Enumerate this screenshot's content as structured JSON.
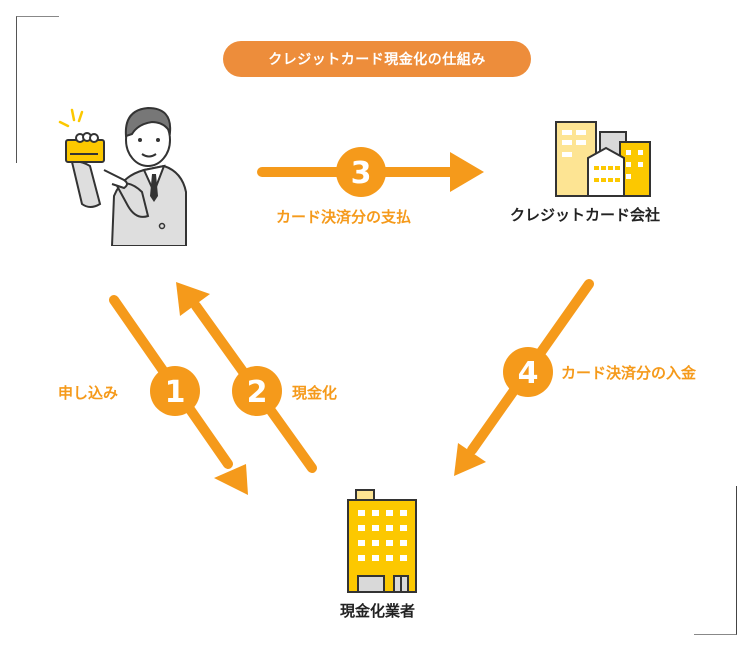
{
  "title": "クレジットカード現金化の仕組み",
  "colors": {
    "accent": "#F59A1B",
    "title_bg": "#ED8D3B",
    "building_yellow": "#FCC800",
    "building_light": "#FDE493",
    "building_gray": "#D9D9D9",
    "outline": "#333333"
  },
  "nodes": {
    "customer": {
      "icon": "businessman-holding-card-icon"
    },
    "card_company": {
      "label": "クレジットカード会社",
      "icon": "office-buildings-icon"
    },
    "cashing_business": {
      "label": "現金化業者",
      "icon": "office-tower-icon"
    }
  },
  "steps": [
    {
      "number": "1",
      "label": "申し込み",
      "from": "customer",
      "to": "cashing_business"
    },
    {
      "number": "2",
      "label": "現金化",
      "from": "cashing_business",
      "to": "customer"
    },
    {
      "number": "3",
      "label": "カード決済分の支払",
      "from": "customer",
      "to": "card_company"
    },
    {
      "number": "4",
      "label": "カード決済分の入金",
      "from": "card_company",
      "to": "cashing_business"
    }
  ]
}
